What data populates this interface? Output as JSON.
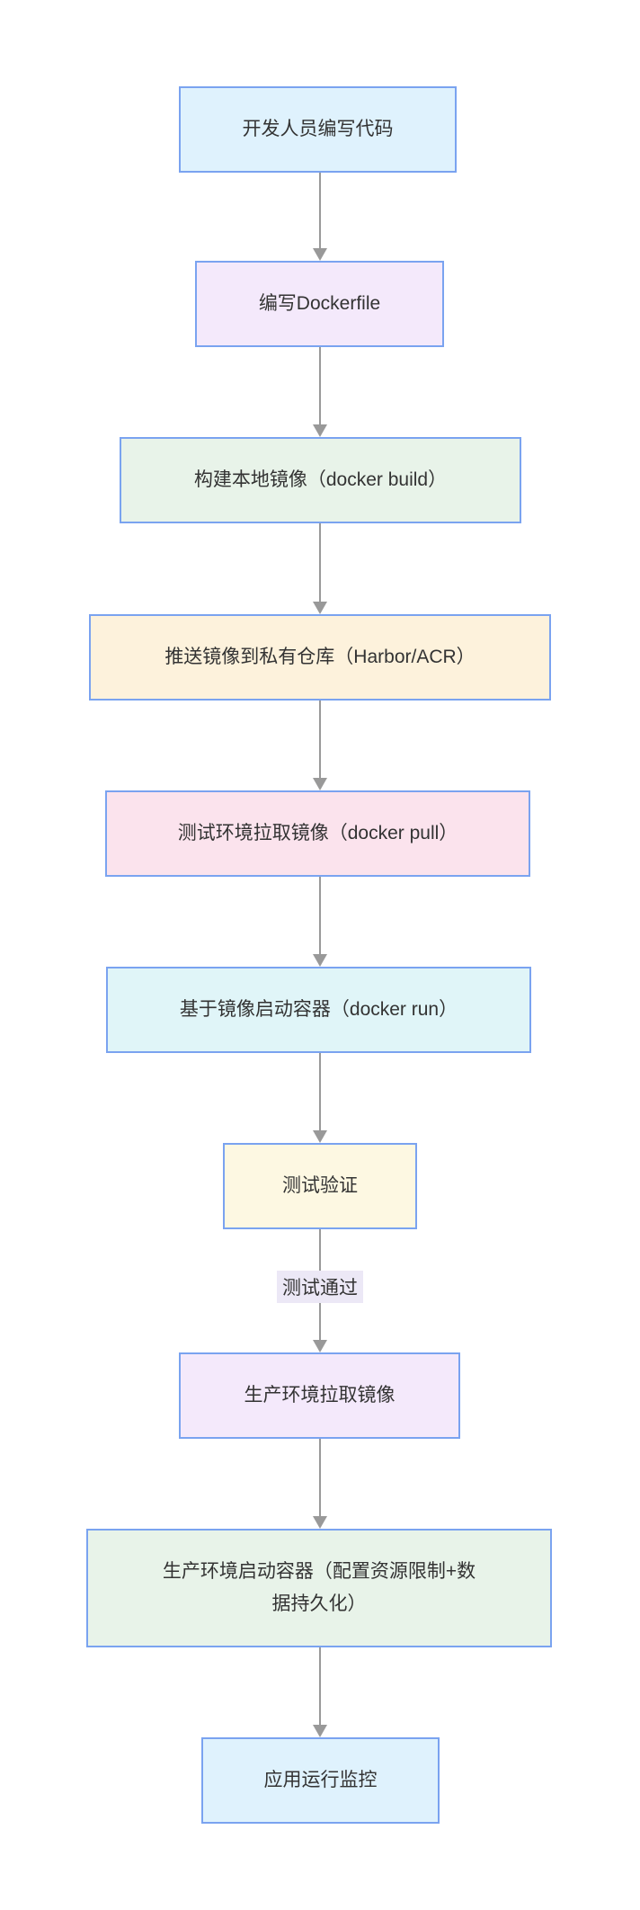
{
  "diagram": {
    "type": "flowchart",
    "direction": "top-down",
    "colors": {
      "background": "#ffffff",
      "node_border": "#7aa3f0",
      "text": "#333333",
      "arrow": "#999999",
      "fill_blue": "#dff2fd",
      "fill_lavender": "#f4e9fb",
      "fill_green": "#e8f3e9",
      "fill_cream": "#fdf2dc",
      "fill_pink": "#fbe3ed",
      "fill_cyan": "#e0f5f8",
      "fill_yellow": "#fdf8e2",
      "edge_label_bg": "#ece8f6"
    },
    "nodes": [
      {
        "id": "n1",
        "label": "开发人员编写代码",
        "fill": "#dff2fd",
        "border": "#7aa3f0"
      },
      {
        "id": "n2",
        "label": "编写Dockerfile",
        "fill": "#f4e9fb",
        "border": "#7aa3f0"
      },
      {
        "id": "n3",
        "label": "构建本地镜像（docker build）",
        "fill": "#e8f3e9",
        "border": "#7aa3f0"
      },
      {
        "id": "n4",
        "label": "推送镜像到私有仓库（Harbor/ACR）",
        "fill": "#fdf2dc",
        "border": "#7aa3f0"
      },
      {
        "id": "n5",
        "label": "测试环境拉取镜像（docker pull）",
        "fill": "#fbe3ed",
        "border": "#7aa3f0"
      },
      {
        "id": "n6",
        "label": "基于镜像启动容器（docker run）",
        "fill": "#e0f5f8",
        "border": "#7aa3f0"
      },
      {
        "id": "n7",
        "label": "测试验证",
        "fill": "#fdf8e2",
        "border": "#7aa3f0"
      },
      {
        "id": "n8",
        "label": "生产环境拉取镜像",
        "fill": "#f4e9fb",
        "border": "#7aa3f0"
      },
      {
        "id": "n9",
        "label": "生产环境启动容器（配置资源限制+数\n据持久化）",
        "fill": "#e8f3e9",
        "border": "#7aa3f0"
      },
      {
        "id": "n10",
        "label": "应用运行监控",
        "fill": "#dff2fd",
        "border": "#7aa3f0"
      }
    ],
    "edges": [
      {
        "from": "n1",
        "to": "n2",
        "label": ""
      },
      {
        "from": "n2",
        "to": "n3",
        "label": ""
      },
      {
        "from": "n3",
        "to": "n4",
        "label": ""
      },
      {
        "from": "n4",
        "to": "n5",
        "label": ""
      },
      {
        "from": "n5",
        "to": "n6",
        "label": ""
      },
      {
        "from": "n6",
        "to": "n7",
        "label": ""
      },
      {
        "from": "n7",
        "to": "n8",
        "label": "测试通过"
      },
      {
        "from": "n8",
        "to": "n9",
        "label": ""
      },
      {
        "from": "n9",
        "to": "n10",
        "label": ""
      }
    ],
    "edge_label": {
      "text": "测试通过",
      "bg": "#ece8f6"
    }
  }
}
